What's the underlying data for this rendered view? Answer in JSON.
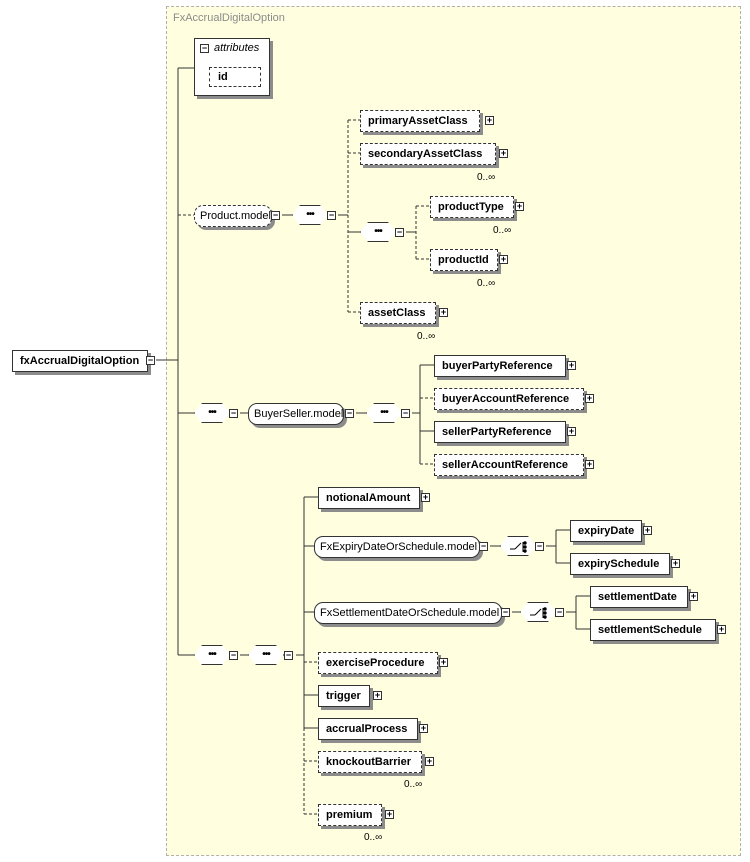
{
  "type_label": "FxAccrualDigitalOption",
  "root": "fxAccrualDigitalOption",
  "attributes": {
    "title": "attributes",
    "id": "id"
  },
  "product_model": {
    "label": "Product.model",
    "primary": "primaryAssetClass",
    "secondary": "secondaryAssetClass",
    "secondary_card": "0..∞",
    "product_type": "productType",
    "product_type_card": "0..∞",
    "product_id": "productId",
    "product_id_card": "0..∞",
    "asset_class": "assetClass",
    "asset_class_card": "0..∞"
  },
  "buyer_seller": {
    "label": "BuyerSeller.model",
    "items": [
      "buyerPartyReference",
      "buyerAccountReference",
      "sellerPartyReference",
      "sellerAccountReference"
    ]
  },
  "main": {
    "notional": "notionalAmount",
    "expiry_model": "FxExpiryDateOrSchedule.model",
    "expiry_date": "expiryDate",
    "expiry_schedule": "expirySchedule",
    "settlement_model": "FxSettlementDateOrSchedule.model",
    "settlement_date": "settlementDate",
    "settlement_schedule": "settlementSchedule",
    "exercise": "exerciseProcedure",
    "trigger": "trigger",
    "accrual": "accrualProcess",
    "knockout": "knockoutBarrier",
    "knockout_card": "0..∞",
    "premium": "premium",
    "premium_card": "0..∞"
  },
  "symbols": {
    "expand": "+",
    "collapse": "−",
    "sequence": "•••"
  }
}
